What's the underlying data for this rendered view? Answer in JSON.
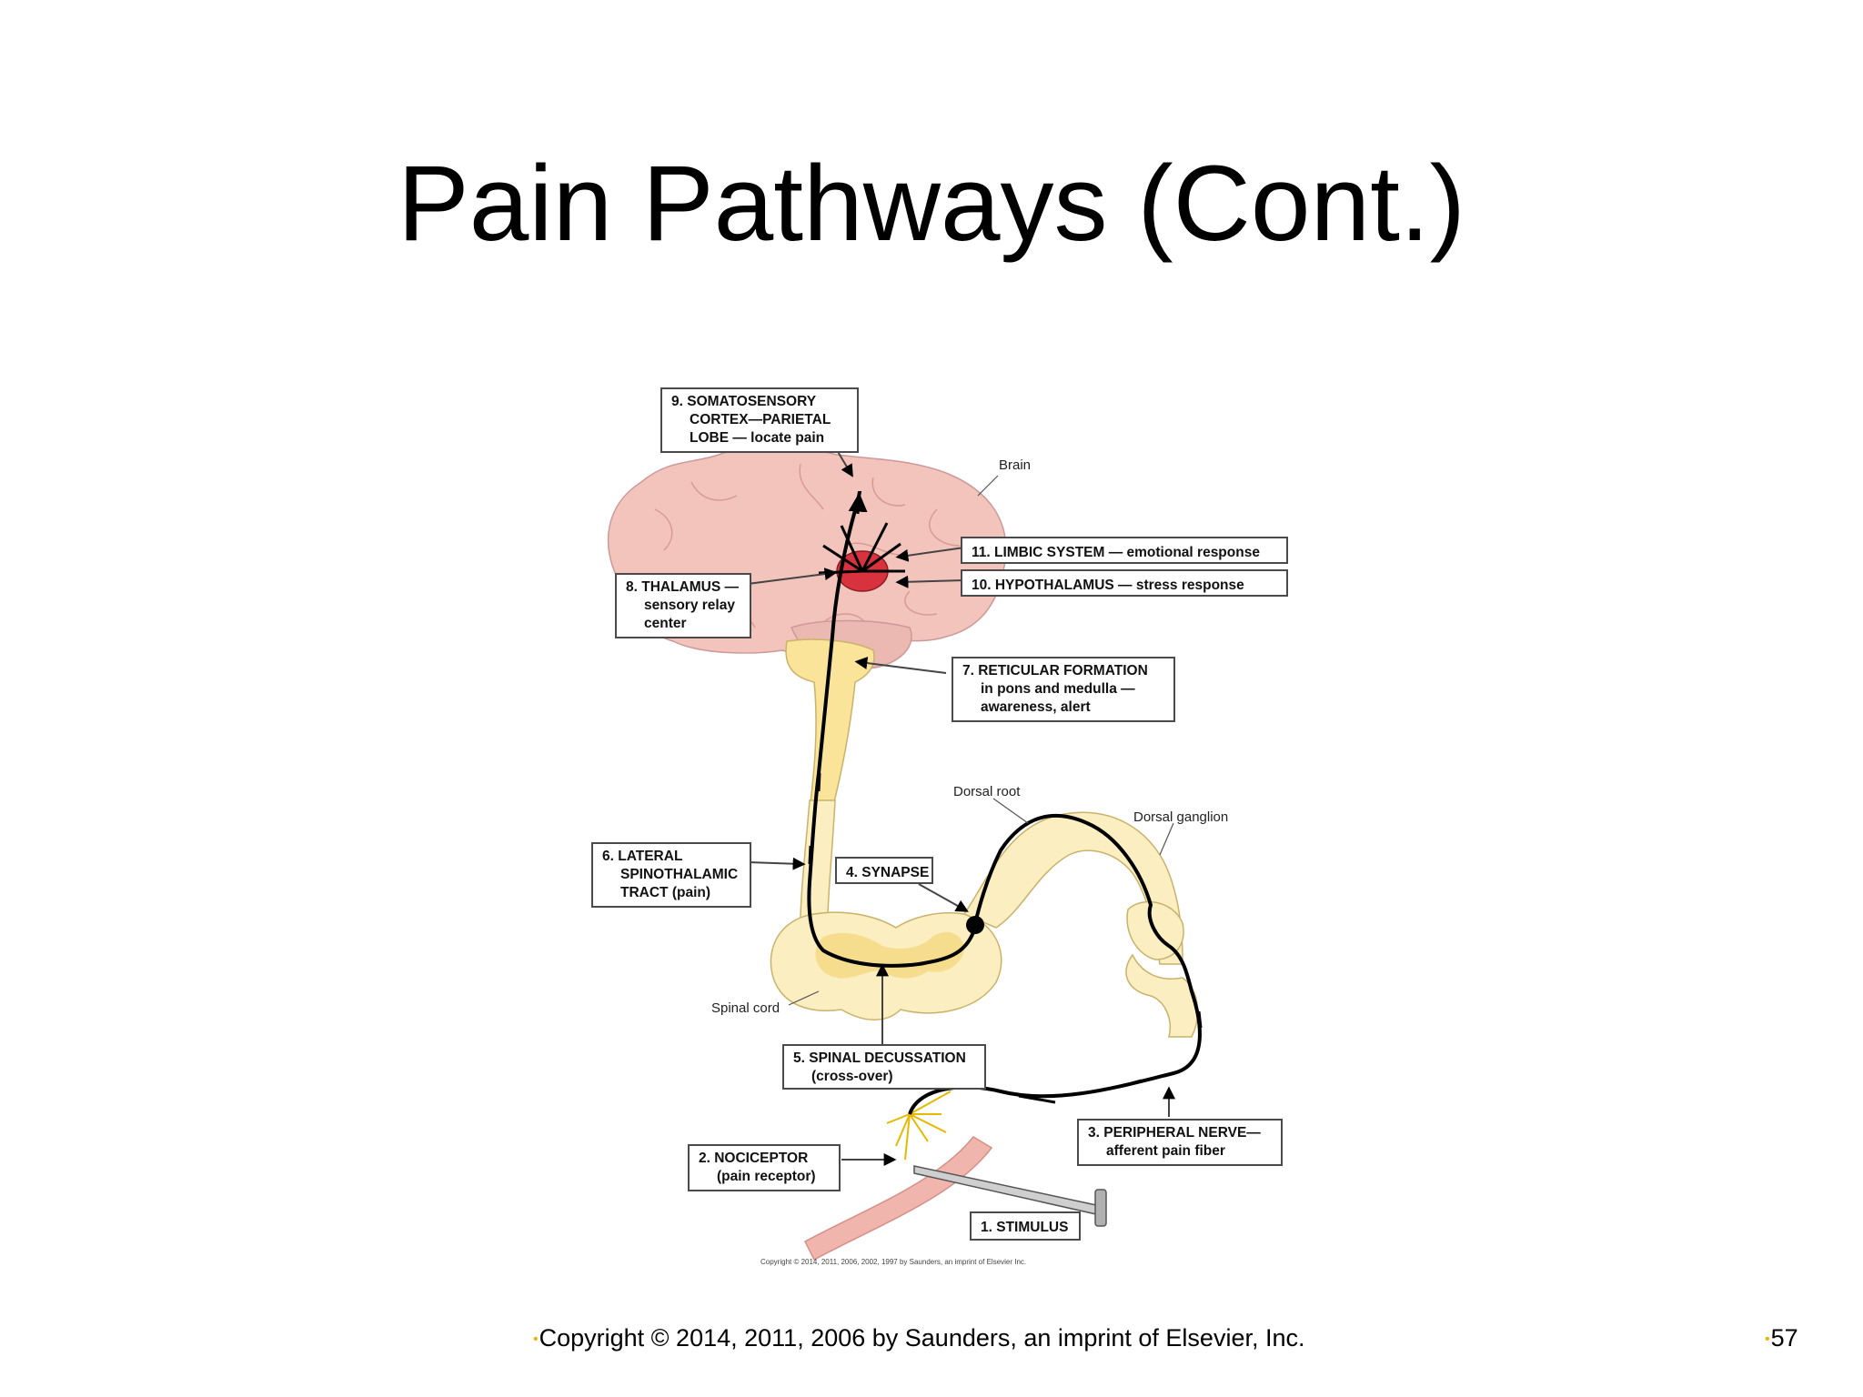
{
  "title": "Pain Pathways (Cont.)",
  "diagram": {
    "boxes": {
      "b9": [
        "9. SOMATOSENSORY",
        "CORTEX—PARIETAL",
        "LOBE — locate pain"
      ],
      "b11": [
        "11. LIMBIC SYSTEM — emotional response"
      ],
      "b10": [
        "10. HYPOTHALAMUS — stress response"
      ],
      "b8": [
        "8. THALAMUS —",
        "sensory relay",
        "center"
      ],
      "b7": [
        "7. RETICULAR FORMATION",
        "in pons and medulla —",
        "awareness, alert"
      ],
      "b6": [
        "6. LATERAL",
        "SPINOTHALAMIC",
        "TRACT (pain)"
      ],
      "b4": [
        "4. SYNAPSE"
      ],
      "b5": [
        "5. SPINAL DECUSSATION",
        "(cross-over)"
      ],
      "b3": [
        "3. PERIPHERAL NERVE—",
        "afferent pain fiber"
      ],
      "b2": [
        "2. NOCICEPTOR",
        "(pain receptor)"
      ],
      "b1": [
        "1. STIMULUS"
      ]
    },
    "labels": {
      "brain": "Brain",
      "dorsal_root": "Dorsal root",
      "dorsal_ganglion": "Dorsal ganglion",
      "spinal_cord": "Spinal cord"
    },
    "credit": "Copyright © 2014, 2011, 2006, 2002, 1997 by Saunders, an imprint of Elsevier Inc."
  },
  "footer": {
    "copyright": "Copyright © 2014, 2011, 2006 by Saunders, an imprint of Elsevier, Inc.",
    "page_number": "57"
  },
  "colors": {
    "brain": "#f2c4bc",
    "thalamus": "#d8323e",
    "spinal_cord": "#fbeec0",
    "brainstem": "#f9e49a",
    "bullet": "#f0b400"
  }
}
